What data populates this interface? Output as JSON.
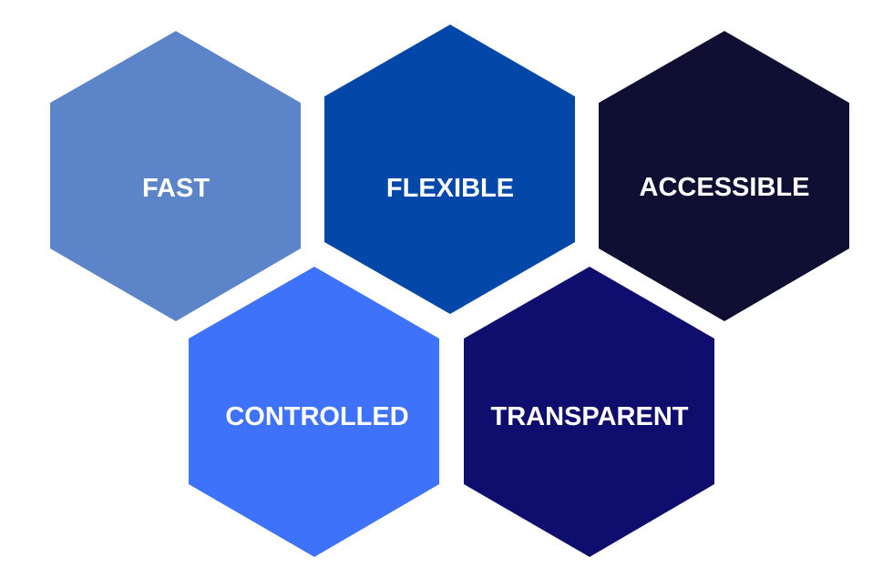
{
  "hexagons": [
    {
      "label": "FAST",
      "color": "#5b84c9"
    },
    {
      "label": "FLEXIBLE",
      "color": "#0347a8"
    },
    {
      "label": "ACCESSIBLE",
      "color": "#0e0f33"
    },
    {
      "label": "CONTROLLED",
      "color": "#3f72fb"
    },
    {
      "label": "TRANSPARENT",
      "color": "#0f0d6e"
    }
  ]
}
